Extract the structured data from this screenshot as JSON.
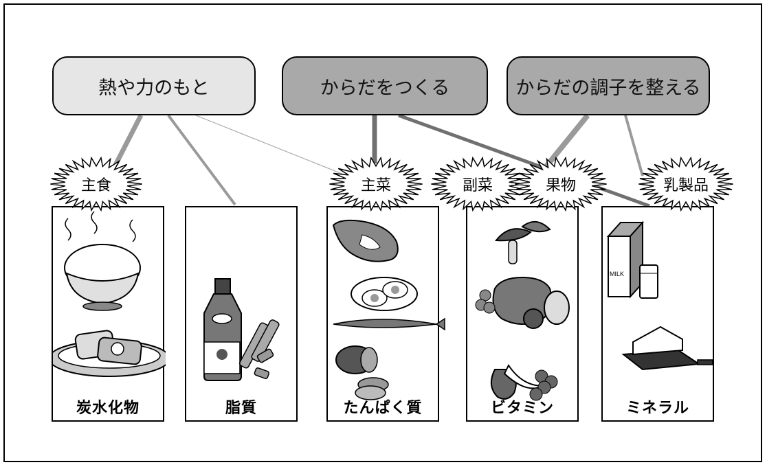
{
  "categories": {
    "energy": "熱や力のもと",
    "body": "からだをつくる",
    "condition": "からだの調子を整える"
  },
  "dishes": {
    "staple": "主食",
    "main": "主菜",
    "side": "副菜",
    "fruit": "果物",
    "dairy": "乳製品"
  },
  "nutrients": {
    "carbohydrate": "炭水化物",
    "lipid": "脂質",
    "protein": "たんぱく質",
    "vitamin": "ビタミン",
    "mineral": "ミネラル"
  },
  "illustrations": {
    "milk_label": "MILK"
  },
  "colors": {
    "light_box": "#e6e6e6",
    "dark_box": "#a9a9a9",
    "link": "#9a9a9a",
    "link_dark": "#707070"
  }
}
